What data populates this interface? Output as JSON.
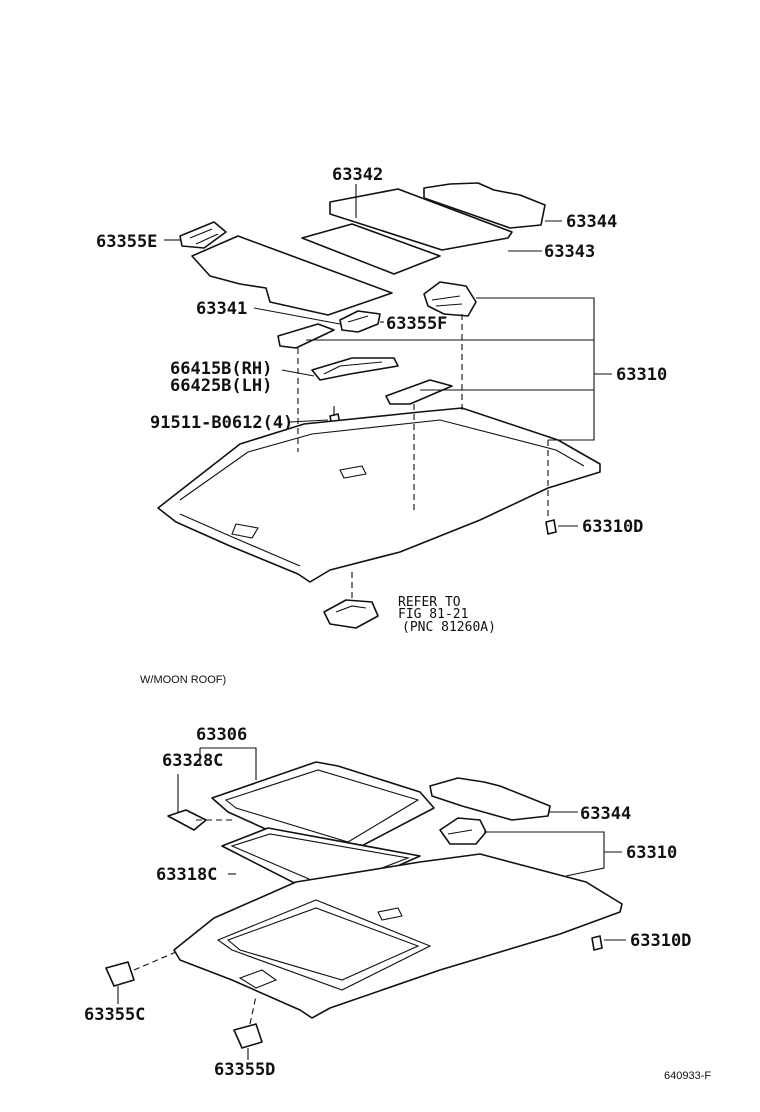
{
  "top_section": {
    "labels": {
      "p63342": "63342",
      "p63344": "63344",
      "p63355E": "63355E",
      "p63343": "63343",
      "p63341": "63341",
      "p63355F": "63355F",
      "p66415B": "66415B(RH)",
      "p66425B": "66425B(LH)",
      "p63310": "63310",
      "p91511": "91511-B0612(4)",
      "p63310D": "63310D",
      "ref_line1": "REFER TO",
      "ref_line2": "FIG 81-21",
      "ref_line3": "(PNC 81260A)"
    }
  },
  "section_note": "W/MOON ROOF)",
  "bottom_section": {
    "labels": {
      "p63306": "63306",
      "p63328C": "63328C",
      "p63344": "63344",
      "p63310": "63310",
      "p63318C": "63318C",
      "p63310D": "63310D",
      "p63355C": "63355C",
      "p63355D": "63355D"
    }
  },
  "figure_code": "640933-F"
}
